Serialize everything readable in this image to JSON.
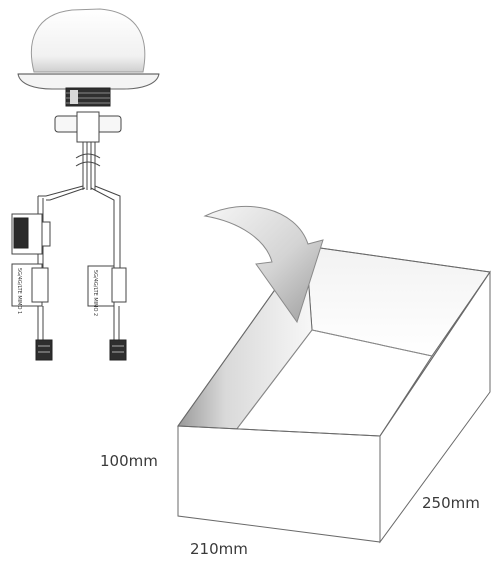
{
  "dimensions": {
    "height": "100mm",
    "depth": "250mm",
    "width": "210mm"
  },
  "connectors": {
    "left": "5G/4G/LTE MIMO 1",
    "right": "5G/4G/LTE MIMO 2"
  }
}
